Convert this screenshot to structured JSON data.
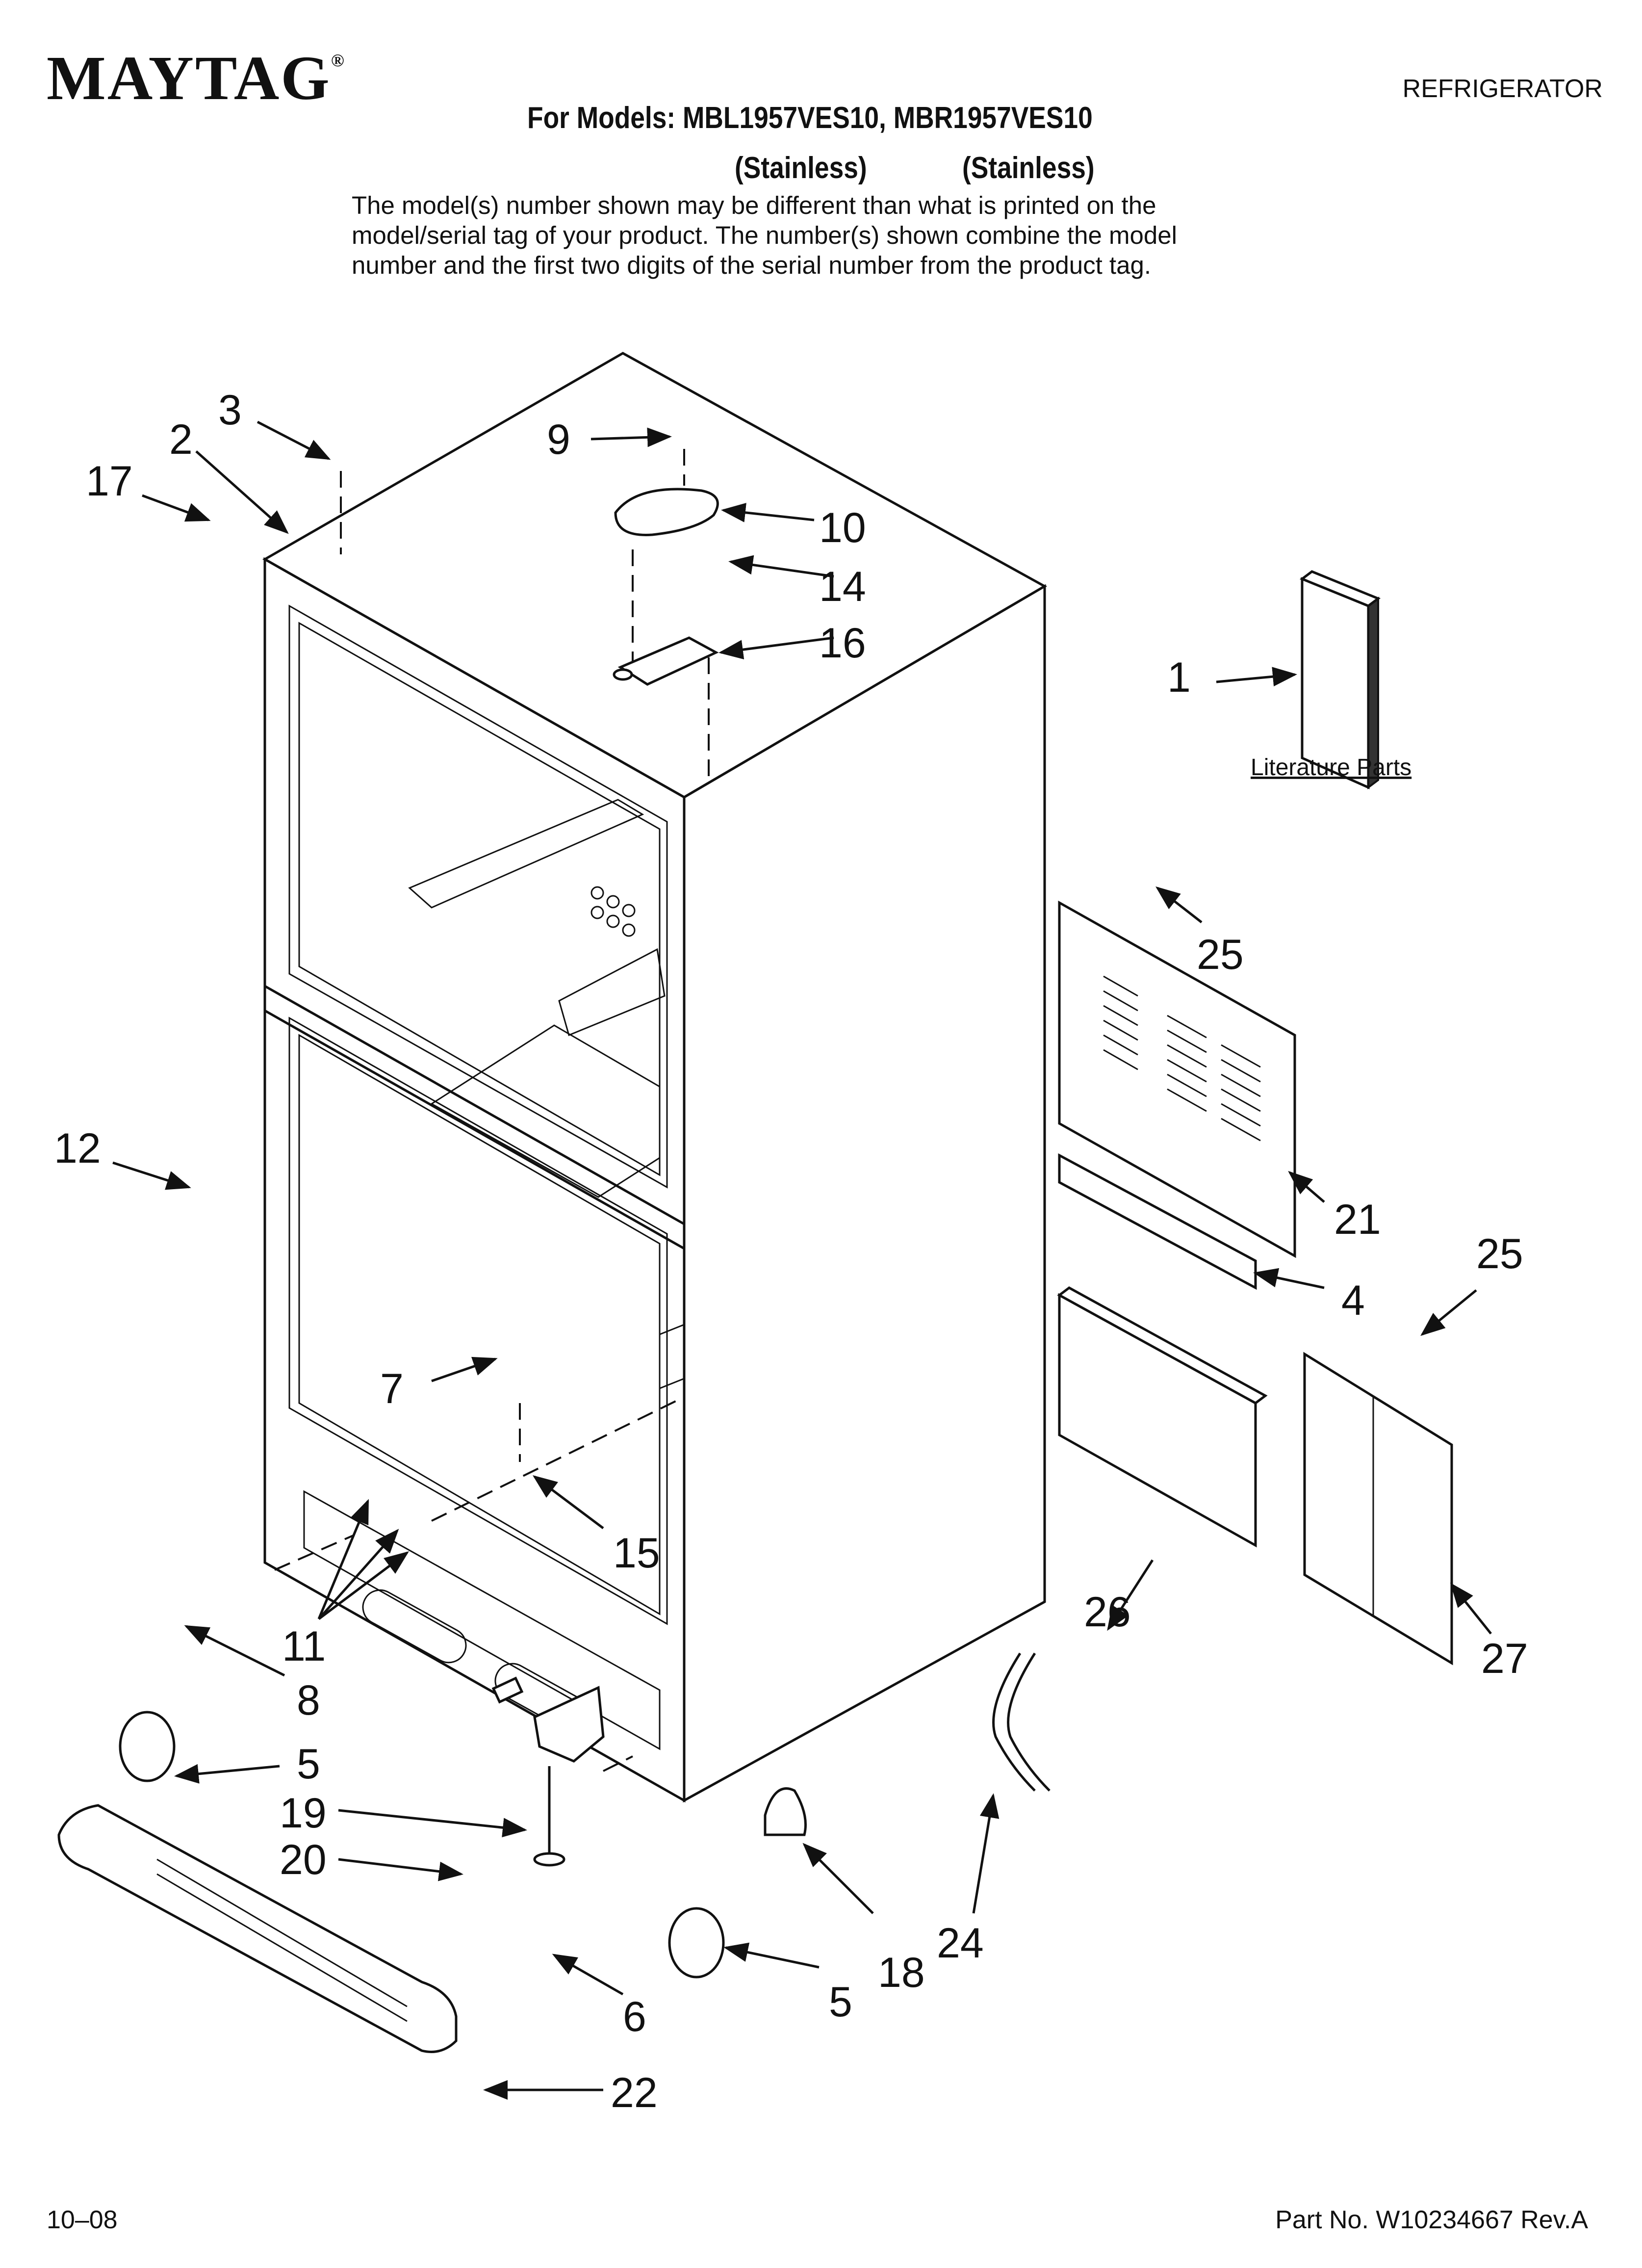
{
  "header": {
    "brand": "MAYTAG",
    "brand_mark": "®",
    "category": "REFRIGERATOR",
    "models_line": "For Models: MBL1957VES10, MBR1957VES10",
    "variant_1": "(Stainless)",
    "variant_2": "(Stainless)",
    "note_lines": [
      "The model(s) number shown may be different than what is printed on the",
      "model/serial tag of your product. The number(s) shown combine the model",
      "number and the first two digits of the serial number from the product tag."
    ]
  },
  "diagram": {
    "literature_label": "Literature Parts",
    "callouts": [
      "1",
      "2",
      "3",
      "4",
      "5",
      "5",
      "6",
      "7",
      "8",
      "9",
      "10",
      "11",
      "12",
      "14",
      "15",
      "16",
      "17",
      "18",
      "19",
      "20",
      "21",
      "22",
      "24",
      "25",
      "25",
      "26",
      "27"
    ]
  },
  "footer": {
    "date": "10–08",
    "part_number": "Part No. W10234667 Rev.A"
  }
}
